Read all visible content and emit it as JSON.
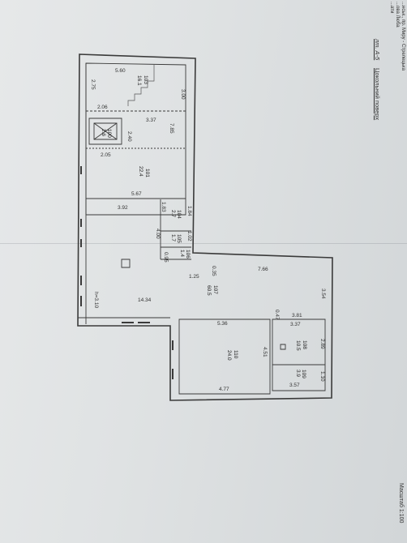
{
  "header": {
    "corner_lines": [
      "...нськ., пр. Миру - Стрелецька",
      "...ова Люба",
      "...ати"
    ],
    "sheet_ref": "лт. А-5",
    "floor_title": "Цокольний поверх",
    "scale": "Масштаб 1:100"
  },
  "rooms": {
    "r100": {
      "num": "100",
      "area": "2.6"
    },
    "r101": {
      "num": "101",
      "area": "22.4"
    },
    "r103": {
      "num": "103",
      "area": "16.1"
    },
    "r104": {
      "num": "104",
      "area": "2.7"
    },
    "r105": {
      "num": "105",
      "area": "1.7"
    },
    "r106": {
      "num": "106",
      "area": "1.4"
    },
    "r107": {
      "num": "107",
      "area": "60.5"
    },
    "r108": {
      "num": "108",
      "area": "10.5"
    },
    "r109": {
      "num": "109",
      "area": "3.9"
    },
    "r110": {
      "num": "110",
      "area": "24.0"
    }
  },
  "dims": {
    "d1": "5.60",
    "d2": "2.75",
    "d3": "3.00",
    "d4": "2.06",
    "d5": "3.37",
    "d6": "2.40",
    "d7": "7.85",
    "d8": "2.05",
    "d9": "5.67",
    "d10": "1.83",
    "d11": "1.84",
    "d12": "3.92",
    "d13": "4.00",
    "d14": "1.02",
    "d15": "0.95",
    "d16": "0.35",
    "d17": "1.25",
    "d18": "7.66",
    "d19": "3.54",
    "d20": "0.47",
    "d21": "3.81",
    "d22": "3.37",
    "d23": "5.36",
    "d24": "2.89",
    "d25": "1.10",
    "d26": "3.57",
    "d27": "4.77",
    "d28": "4.51",
    "d29": "14.34",
    "d30": "h=3.10"
  }
}
